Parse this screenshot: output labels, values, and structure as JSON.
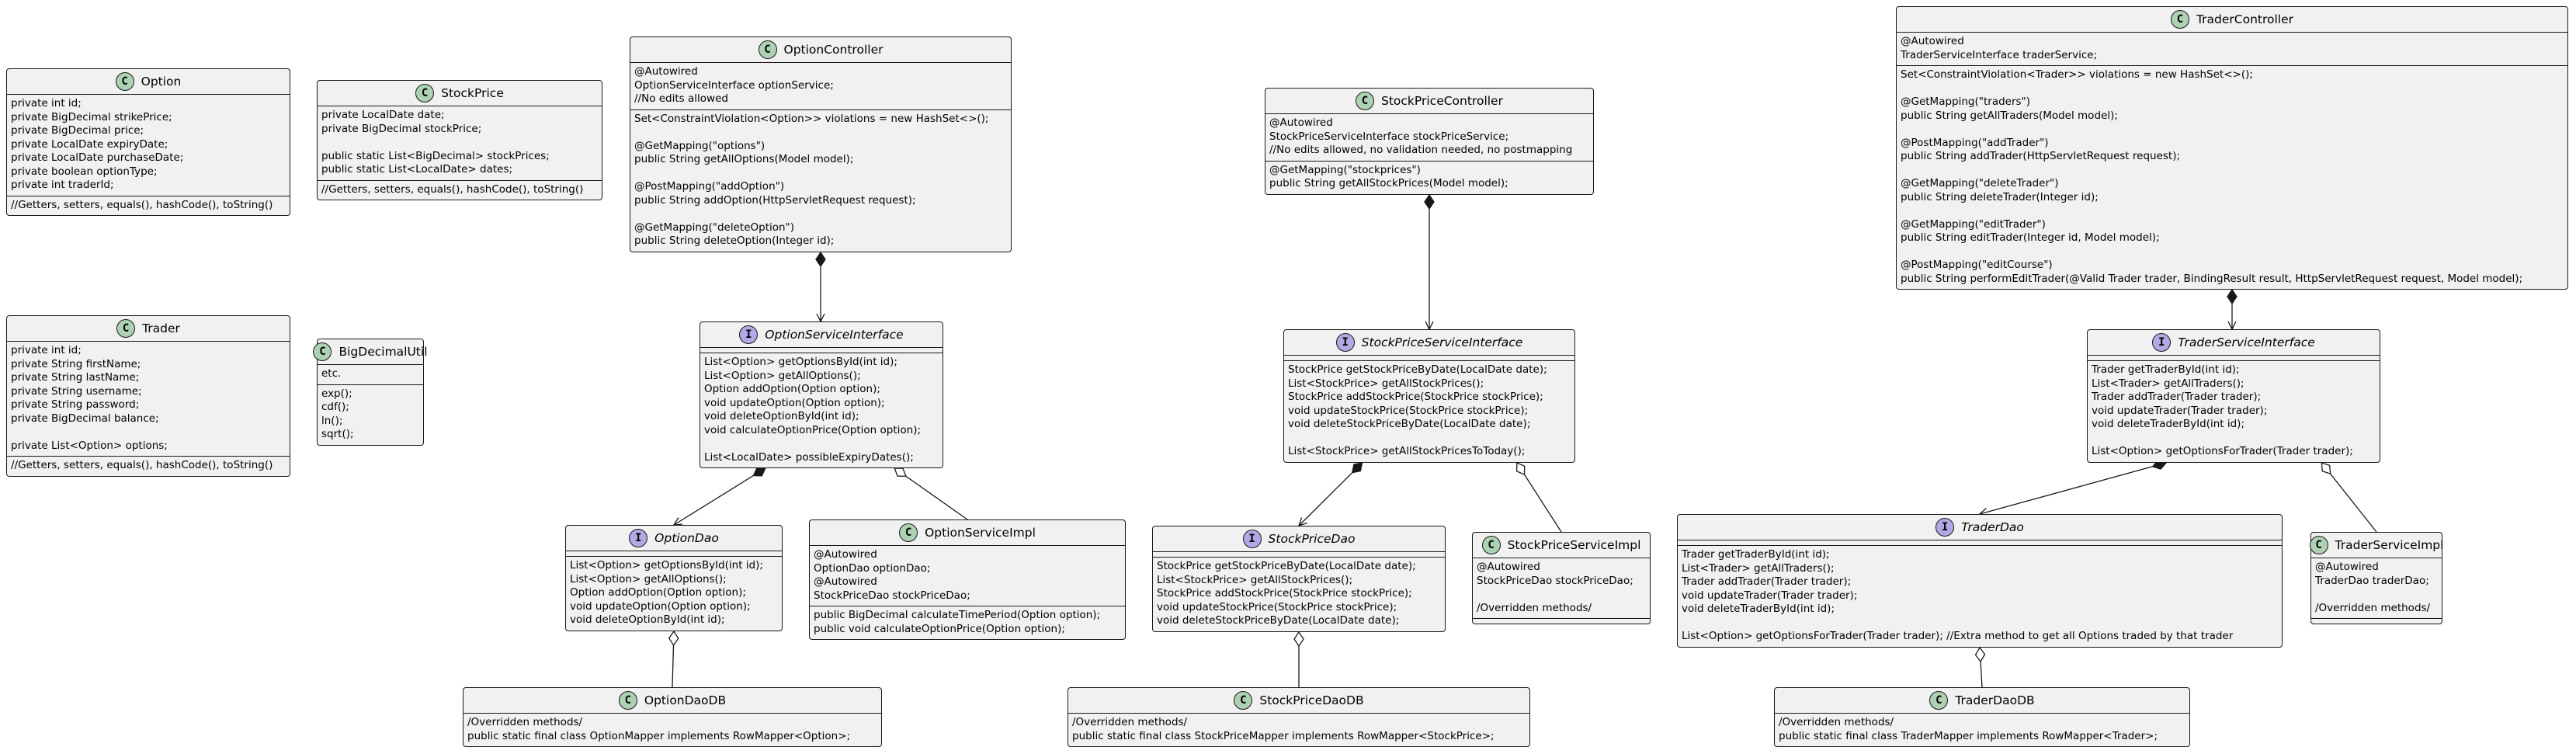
{
  "classes": [
    {
      "id": "option",
      "name": "Option",
      "kind": "class",
      "sections": [
        [
          "private int id;",
          "private BigDecimal strikePrice;",
          "private BigDecimal price;",
          "private LocalDate expiryDate;",
          "private LocalDate purchaseDate;",
          "private boolean optionType;",
          "private int traderId;"
        ],
        [
          "//Getters, setters, equals(), hashCode(), toString()"
        ]
      ]
    },
    {
      "id": "stockprice",
      "name": "StockPrice",
      "kind": "class",
      "sections": [
        [
          "private LocalDate date;",
          "private BigDecimal stockPrice;",
          "",
          "public static List<BigDecimal> stockPrices;",
          "public static List<LocalDate> dates;"
        ],
        [
          "//Getters, setters, equals(), hashCode(), toString()"
        ]
      ]
    },
    {
      "id": "trader",
      "name": "Trader",
      "kind": "class",
      "sections": [
        [
          "private int id;",
          "private String firstName;",
          "private String lastName;",
          "private String username;",
          "private String password;",
          "private BigDecimal balance;",
          "",
          "private List<Option> options;"
        ],
        [
          "//Getters, setters, equals(), hashCode(), toString()"
        ]
      ]
    },
    {
      "id": "bigdecimalutil",
      "name": "BigDecimalUtil",
      "kind": "class",
      "sections": [
        [
          "etc."
        ],
        [
          "exp();",
          "cdf();",
          "ln();",
          "sqrt();"
        ]
      ]
    },
    {
      "id": "optioncontroller",
      "name": "OptionController",
      "kind": "class",
      "sections": [
        [
          "@Autowired",
          "OptionServiceInterface optionService;",
          "//No edits allowed"
        ],
        [
          "Set<ConstraintViolation<Option>> violations = new HashSet<>();",
          "",
          "@GetMapping(\"options\")",
          "public String getAllOptions(Model model);",
          "",
          "@PostMapping(\"addOption\")",
          "public String addOption(HttpServletRequest request);",
          "",
          "@GetMapping(\"deleteOption\")",
          "public String deleteOption(Integer id);"
        ]
      ]
    },
    {
      "id": "optionserviceinterface",
      "name": "OptionServiceInterface",
      "kind": "interface",
      "sections": [
        [],
        [
          "List<Option> getOptionsById(int id);",
          "List<Option> getAllOptions();",
          "Option addOption(Option option);",
          "void updateOption(Option option);",
          "void deleteOptionById(int id);",
          "void calculateOptionPrice(Option option);",
          "",
          "List<LocalDate> possibleExpiryDates();"
        ]
      ]
    },
    {
      "id": "optiondao",
      "name": "OptionDao",
      "kind": "interface",
      "sections": [
        [],
        [
          "List<Option> getOptionsById(int id);",
          "List<Option> getAllOptions();",
          "Option addOption(Option option);",
          "void updateOption(Option option);",
          "void deleteOptionById(int id);"
        ]
      ]
    },
    {
      "id": "optionserviceimpl",
      "name": "OptionServiceImpl",
      "kind": "class",
      "sections": [
        [
          "@Autowired",
          "OptionDao optionDao;",
          "@Autowired",
          "StockPriceDao stockPriceDao;"
        ],
        [
          "public BigDecimal calculateTimePeriod(Option option);",
          "public void calculateOptionPrice(Option option);"
        ]
      ]
    },
    {
      "id": "optiondaodb",
      "name": "OptionDaoDB",
      "kind": "class",
      "sections": [
        [
          "/Overridden methods/",
          "public static final class OptionMapper implements RowMapper<Option>;"
        ]
      ]
    },
    {
      "id": "stockpricecontroller",
      "name": "StockPriceController",
      "kind": "class",
      "sections": [
        [
          "@Autowired",
          "StockPriceServiceInterface stockPriceService;",
          "//No edits allowed, no validation needed, no postmapping"
        ],
        [
          "@GetMapping(\"stockprices\")",
          "public String getAllStockPrices(Model model);"
        ]
      ]
    },
    {
      "id": "stockpriceserviceinterface",
      "name": "StockPriceServiceInterface",
      "kind": "interface",
      "sections": [
        [],
        [
          "StockPrice getStockPriceByDate(LocalDate date);",
          "List<StockPrice> getAllStockPrices();",
          "StockPrice addStockPrice(StockPrice stockPrice);",
          "void updateStockPrice(StockPrice stockPrice);",
          "void deleteStockPriceByDate(LocalDate date);",
          "",
          "List<StockPrice> getAllStockPricesToToday();"
        ]
      ]
    },
    {
      "id": "stockpricedao",
      "name": "StockPriceDao",
      "kind": "interface",
      "sections": [
        [],
        [
          "StockPrice getStockPriceByDate(LocalDate date);",
          "List<StockPrice> getAllStockPrices();",
          "StockPrice addStockPrice(StockPrice stockPrice);",
          "void updateStockPrice(StockPrice stockPrice);",
          "void deleteStockPriceByDate(LocalDate date);"
        ]
      ]
    },
    {
      "id": "stockpriceserviceimpl",
      "name": "StockPriceServiceImpl",
      "kind": "class",
      "sections": [
        [
          "@Autowired",
          "StockPriceDao stockPriceDao;",
          "",
          "/Overridden methods/"
        ],
        []
      ]
    },
    {
      "id": "stockpricedaodb",
      "name": "StockPriceDaoDB",
      "kind": "class",
      "sections": [
        [
          "/Overridden methods/",
          "public static final class StockPriceMapper implements RowMapper<StockPrice>;"
        ]
      ]
    },
    {
      "id": "tradercontroller",
      "name": "TraderController",
      "kind": "class",
      "sections": [
        [
          "@Autowired",
          "TraderServiceInterface traderService;"
        ],
        [
          "Set<ConstraintViolation<Trader>> violations = new HashSet<>();",
          "",
          "@GetMapping(\"traders\")",
          "public String getAllTraders(Model model);",
          "",
          "@PostMapping(\"addTrader\")",
          "public String addTrader(HttpServletRequest request);",
          "",
          "@GetMapping(\"deleteTrader\")",
          "public String deleteTrader(Integer id);",
          "",
          "@GetMapping(\"editTrader\")",
          "public String editTrader(Integer id, Model model);",
          "",
          "@PostMapping(\"editCourse\")",
          "public String performEditTrader(@Valid Trader trader, BindingResult result, HttpServletRequest request, Model model);"
        ]
      ]
    },
    {
      "id": "traderserviceinterface",
      "name": "TraderServiceInterface",
      "kind": "interface",
      "sections": [
        [],
        [
          "Trader getTraderById(int id);",
          "List<Trader> getAllTraders();",
          "Trader addTrader(Trader trader);",
          "void updateTrader(Trader trader);",
          "void deleteTraderById(int id);",
          "",
          "List<Option> getOptionsForTrader(Trader trader);"
        ]
      ]
    },
    {
      "id": "traderdao",
      "name": "TraderDao",
      "kind": "interface",
      "sections": [
        [],
        [
          "Trader getTraderById(int id);",
          "List<Trader> getAllTraders();",
          "Trader addTrader(Trader trader);",
          "void updateTrader(Trader trader);",
          "void deleteTraderById(int id);",
          "",
          "List<Option> getOptionsForTrader(Trader trader); //Extra method to get all Options traded by that trader"
        ]
      ]
    },
    {
      "id": "traderserviceimpl",
      "name": "TraderServiceImpl",
      "kind": "class",
      "sections": [
        [
          "@Autowired",
          "TraderDao traderDao;",
          "",
          "/Overridden methods/"
        ],
        []
      ]
    },
    {
      "id": "traderdaodb",
      "name": "TraderDaoDB",
      "kind": "class",
      "sections": [
        [
          "/Overridden methods/",
          "public static final class TraderMapper implements RowMapper<Trader>;"
        ]
      ]
    }
  ],
  "relations": [
    {
      "from": "optioncontroller",
      "to": "optionserviceinterface",
      "type": "composition"
    },
    {
      "from": "optionserviceinterface",
      "to": "optiondao",
      "type": "composition"
    },
    {
      "from": "optionserviceinterface",
      "to": "optionserviceimpl",
      "type": "aggregation"
    },
    {
      "from": "optiondao",
      "to": "optiondaodb",
      "type": "aggregation"
    },
    {
      "from": "stockpricecontroller",
      "to": "stockpriceserviceinterface",
      "type": "composition"
    },
    {
      "from": "stockpriceserviceinterface",
      "to": "stockpricedao",
      "type": "composition"
    },
    {
      "from": "stockpriceserviceinterface",
      "to": "stockpriceserviceimpl",
      "type": "aggregation"
    },
    {
      "from": "stockpricedao",
      "to": "stockpricedaodb",
      "type": "aggregation"
    },
    {
      "from": "tradercontroller",
      "to": "traderserviceinterface",
      "type": "composition"
    },
    {
      "from": "traderserviceinterface",
      "to": "traderdao",
      "type": "composition"
    },
    {
      "from": "traderserviceinterface",
      "to": "traderserviceimpl",
      "type": "aggregation"
    },
    {
      "from": "traderdao",
      "to": "traderdaodb",
      "type": "aggregation"
    }
  ],
  "colors": {
    "class_marker": "#add1b2",
    "interface_marker": "#b4a7e5",
    "box_fill": "#f1f1f1",
    "line": "#181818"
  }
}
